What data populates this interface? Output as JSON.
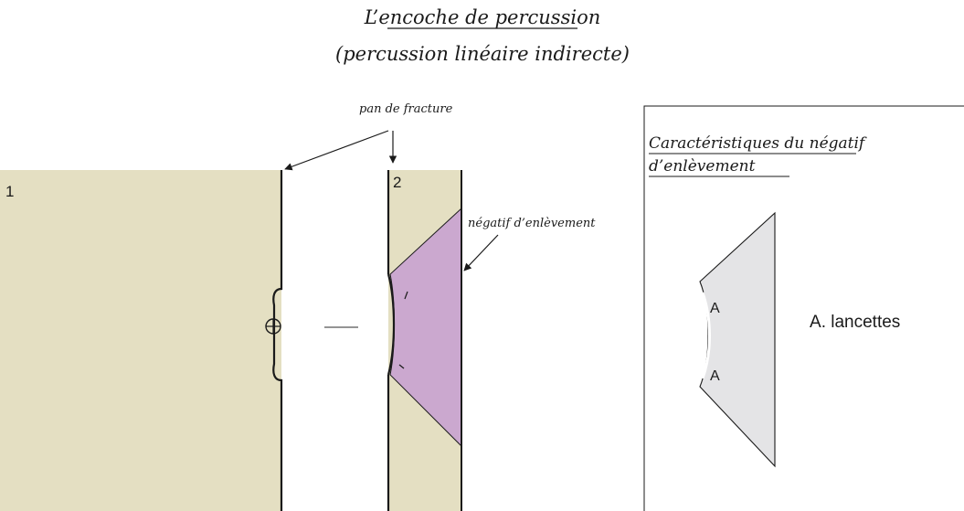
{
  "title": "L’encoche de percussion",
  "subtitle": "(percussion linéaire indirecte)",
  "labels": {
    "fracture_plane": "pan de fracture",
    "removal_negative": "négatif d’enlèvement",
    "piece_1": "1",
    "piece_2": "2"
  },
  "panel": {
    "title_line1": "Caractéristiques du négatif",
    "title_line2": "d’enlèvement",
    "mark_top": "A",
    "mark_bottom": "A",
    "legend_letter": "A",
    "legend_text": ". lancettes"
  },
  "colors": {
    "stone": "#e4dfc2",
    "removal": "#cba8cf",
    "negative_detail": "#e4e4e6",
    "outline": "#1a1a1a"
  }
}
